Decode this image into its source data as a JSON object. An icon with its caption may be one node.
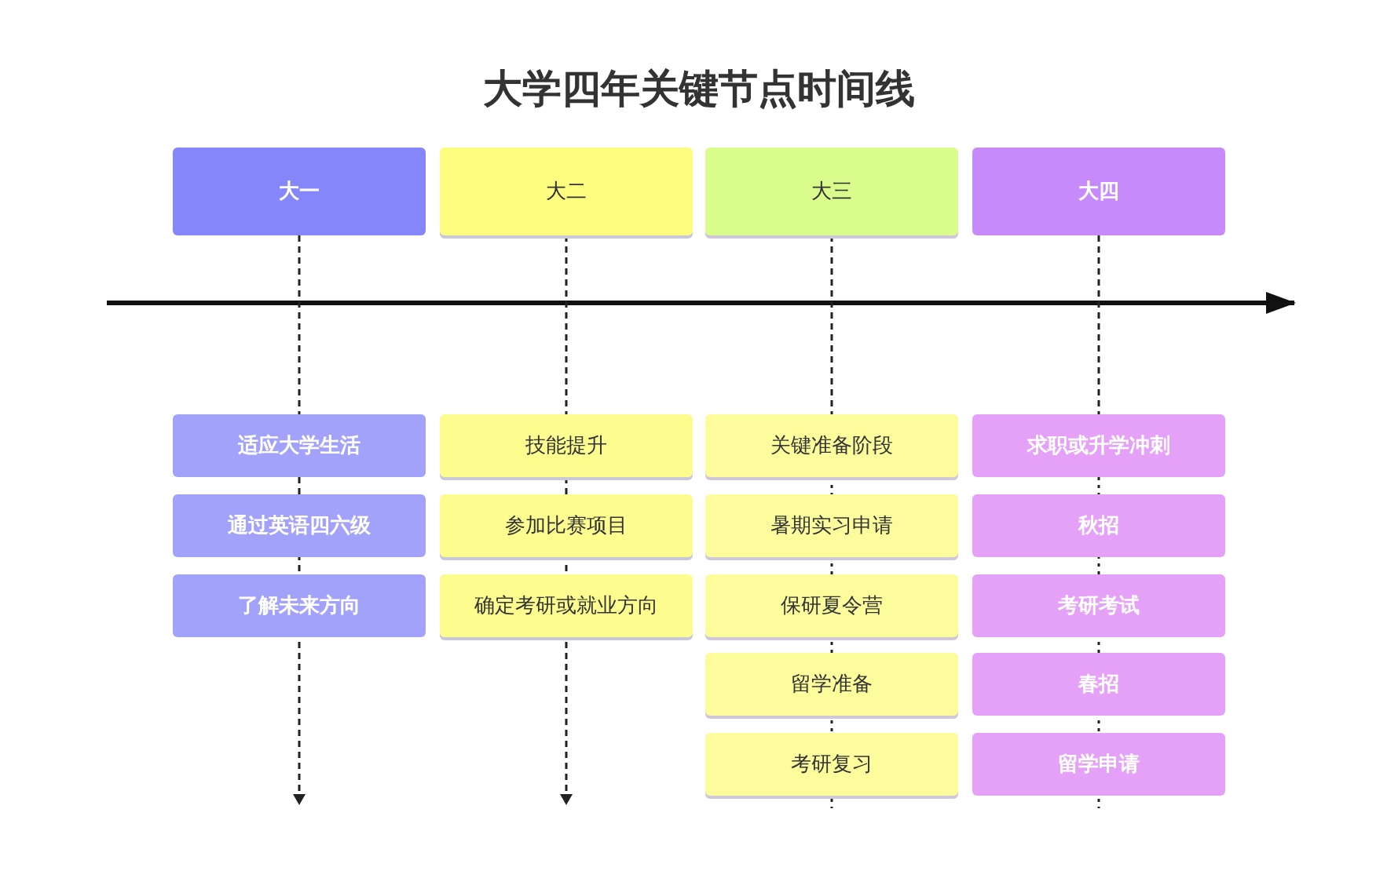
{
  "diagram": {
    "title": "大学四年关键节点时间线",
    "nodes": [
      {
        "text": [
          "大一"
        ]
      },
      {
        "text": [
          "大二"
        ]
      },
      {
        "text": [
          "大三"
        ]
      },
      {
        "text": [
          "大四"
        ]
      },
      {
        "text": [
          "适应大学生活"
        ]
      },
      {
        "text": [
          "通过英语四六级"
        ]
      },
      {
        "text": [
          "了解未来方向"
        ]
      },
      {
        "text": [
          "技能提升"
        ]
      },
      {
        "text": [
          "参加比赛项目"
        ]
      },
      {
        "text": [
          "确定考研或就业方向"
        ]
      },
      {
        "text": [
          "关键准备阶段"
        ]
      },
      {
        "text": [
          "暑期实习申请"
        ]
      },
      {
        "text": [
          "保研夏令营"
        ]
      },
      {
        "text": [
          "留学准备"
        ]
      },
      {
        "text": [
          "考研复习"
        ]
      },
      {
        "text": [
          "求职或升学冲刺"
        ]
      },
      {
        "text": [
          "秋招"
        ]
      },
      {
        "text": [
          "考研考试"
        ]
      },
      {
        "text": [
          "春招"
        ]
      },
      {
        "text": [
          "留学申请"
        ]
      }
    ],
    "edges": [
      {
        "from": 0,
        "to": null,
        "arrow": "to",
        "style": "dashed"
      },
      {
        "from": 1,
        "to": null,
        "arrow": "to",
        "style": "dashed"
      },
      {
        "from": 2,
        "to": 10,
        "arrow": "none",
        "style": "dashed"
      },
      {
        "from": 3,
        "to": 15,
        "arrow": "none",
        "style": "dashed"
      }
    ]
  }
}
